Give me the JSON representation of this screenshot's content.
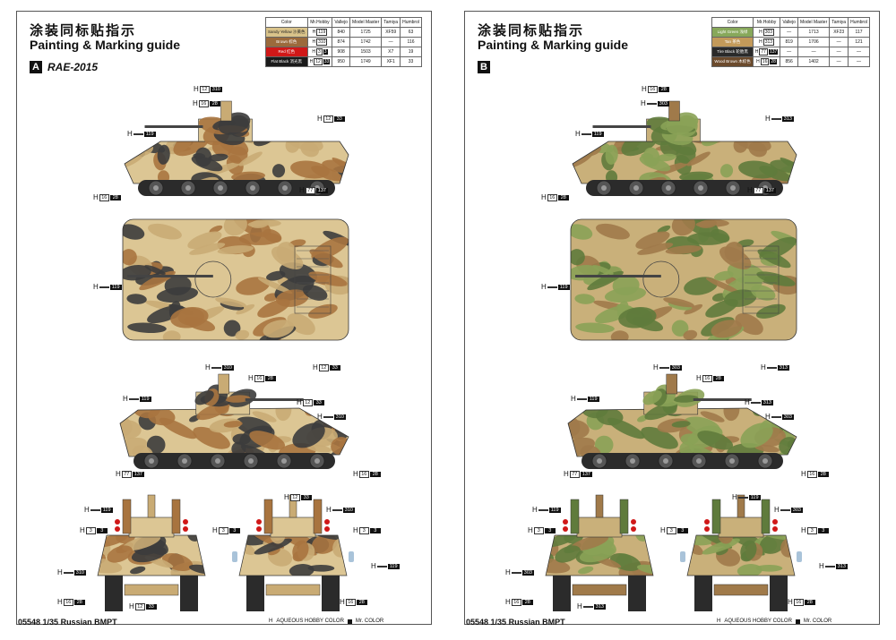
{
  "title_cn": "涂装同标贴指示",
  "title_en": "Painting & Marking guide",
  "table_headers": [
    "Color",
    "Mr.Hobby",
    "Vallejo",
    "Model Master",
    "Tamiya",
    "Humbrol"
  ],
  "sheets": [
    {
      "letter": "A",
      "variant_name": "RAE-2015",
      "paints": [
        {
          "name": "Sandy Yellow 沙黄色",
          "swatch": "#d9c38a",
          "text_color": "#222",
          "h": "119",
          "mr": "",
          "vallejo": "840",
          "mm": "1725",
          "tamiya": "XF59",
          "humbrol": "63"
        },
        {
          "name": "Brown 棕色",
          "swatch": "#9b6a3c",
          "text_color": "#fff",
          "h": "310",
          "mr": "",
          "vallejo": "874",
          "mm": "1742",
          "tamiya": "—",
          "humbrol": "116"
        },
        {
          "name": "Red 红色",
          "swatch": "#d01818",
          "text_color": "#fff",
          "h": "3",
          "mr": "3",
          "vallejo": "908",
          "mm": "1503",
          "tamiya": "X7",
          "humbrol": "19"
        },
        {
          "name": "Flat Black 消光黑",
          "swatch": "#1a1a1a",
          "text_color": "#fff",
          "h": "12",
          "mr": "33",
          "vallejo": "950",
          "mm": "1749",
          "tamiya": "XF1",
          "humbrol": "33"
        }
      ],
      "callouts": [
        {
          "h": "12",
          "m": "310"
        },
        {
          "h": "16",
          "m": "28"
        },
        {
          "h": "",
          "m": "119"
        },
        {
          "h": "12",
          "m": "33"
        },
        {
          "h": "16",
          "m": "28"
        },
        {
          "h": "77",
          "m": "137"
        },
        {
          "h": "",
          "m": "119"
        },
        {
          "h": "",
          "m": "310"
        },
        {
          "h": "12",
          "m": "33"
        },
        {
          "h": "16",
          "m": "28"
        },
        {
          "h": "",
          "m": "119"
        },
        {
          "h": "12",
          "m": "33"
        },
        {
          "h": "",
          "m": "310"
        },
        {
          "h": "77",
          "m": "137"
        },
        {
          "h": "16",
          "m": "28"
        },
        {
          "h": "",
          "m": "119"
        },
        {
          "h": "3",
          "m": "3"
        },
        {
          "h": "12",
          "m": "33"
        },
        {
          "h": "",
          "m": "310"
        },
        {
          "h": "3",
          "m": "3"
        },
        {
          "h": "",
          "m": "310"
        },
        {
          "h": "",
          "m": "119"
        },
        {
          "h": "16",
          "m": "28"
        },
        {
          "h": "12",
          "m": "33"
        },
        {
          "h": "16",
          "m": "28"
        },
        {
          "h": "3",
          "m": "3"
        }
      ],
      "camo": [
        "#dcc694",
        "#a8743f",
        "#3c3c3c",
        "#c9ab74"
      ]
    },
    {
      "letter": "B",
      "variant_name": "",
      "paints": [
        {
          "name": "Light Green 浅绿",
          "swatch": "#87a85a",
          "text_color": "#fff",
          "h": "303",
          "mr": "",
          "vallejo": "—",
          "mm": "1713",
          "tamiya": "XF23",
          "humbrol": "117"
        },
        {
          "name": "Tan 茶色",
          "swatch": "#c39a5a",
          "text_color": "#fff",
          "h": "313",
          "mr": "",
          "vallejo": "819",
          "mm": "1706",
          "tamiya": "—",
          "humbrol": "121"
        },
        {
          "name": "Tire Black 轮胎黑",
          "swatch": "#2a2a2a",
          "text_color": "#fff",
          "h": "77",
          "mr": "137",
          "vallejo": "—",
          "mm": "—",
          "tamiya": "—",
          "humbrol": "—"
        },
        {
          "name": "Wood Brown 木棕色",
          "swatch": "#6b4a2c",
          "text_color": "#fff",
          "h": "16",
          "mr": "28",
          "vallejo": "856",
          "mm": "1402",
          "tamiya": "—",
          "humbrol": "—"
        }
      ],
      "callouts": [
        {
          "h": "16",
          "m": "28"
        },
        {
          "h": "",
          "m": "303"
        },
        {
          "h": "",
          "m": "119"
        },
        {
          "h": "",
          "m": "313"
        },
        {
          "h": "16",
          "m": "28"
        },
        {
          "h": "77",
          "m": "137"
        },
        {
          "h": "",
          "m": "119"
        },
        {
          "h": "",
          "m": "303"
        },
        {
          "h": "",
          "m": "313"
        },
        {
          "h": "16",
          "m": "28"
        },
        {
          "h": "",
          "m": "119"
        },
        {
          "h": "",
          "m": "313"
        },
        {
          "h": "",
          "m": "303"
        },
        {
          "h": "77",
          "m": "137"
        },
        {
          "h": "16",
          "m": "28"
        },
        {
          "h": "",
          "m": "119"
        },
        {
          "h": "3",
          "m": "3"
        },
        {
          "h": "",
          "m": "119"
        },
        {
          "h": "",
          "m": "303"
        },
        {
          "h": "3",
          "m": "3"
        },
        {
          "h": "",
          "m": "303"
        },
        {
          "h": "",
          "m": "313"
        },
        {
          "h": "16",
          "m": "28"
        },
        {
          "h": "",
          "m": "313"
        },
        {
          "h": "16",
          "m": "28"
        },
        {
          "h": "3",
          "m": "3"
        }
      ],
      "camo": [
        "#c9b07a",
        "#5f7b3c",
        "#8aa257",
        "#a07a4a"
      ]
    }
  ],
  "footer": {
    "code": "05548",
    "model": "1/35 Russian BMPT",
    "legend_h_prefix": "H",
    "legend_h": "AQUEOUS HOBBY COLOR",
    "legend_mr": "Mr. COLOR"
  }
}
